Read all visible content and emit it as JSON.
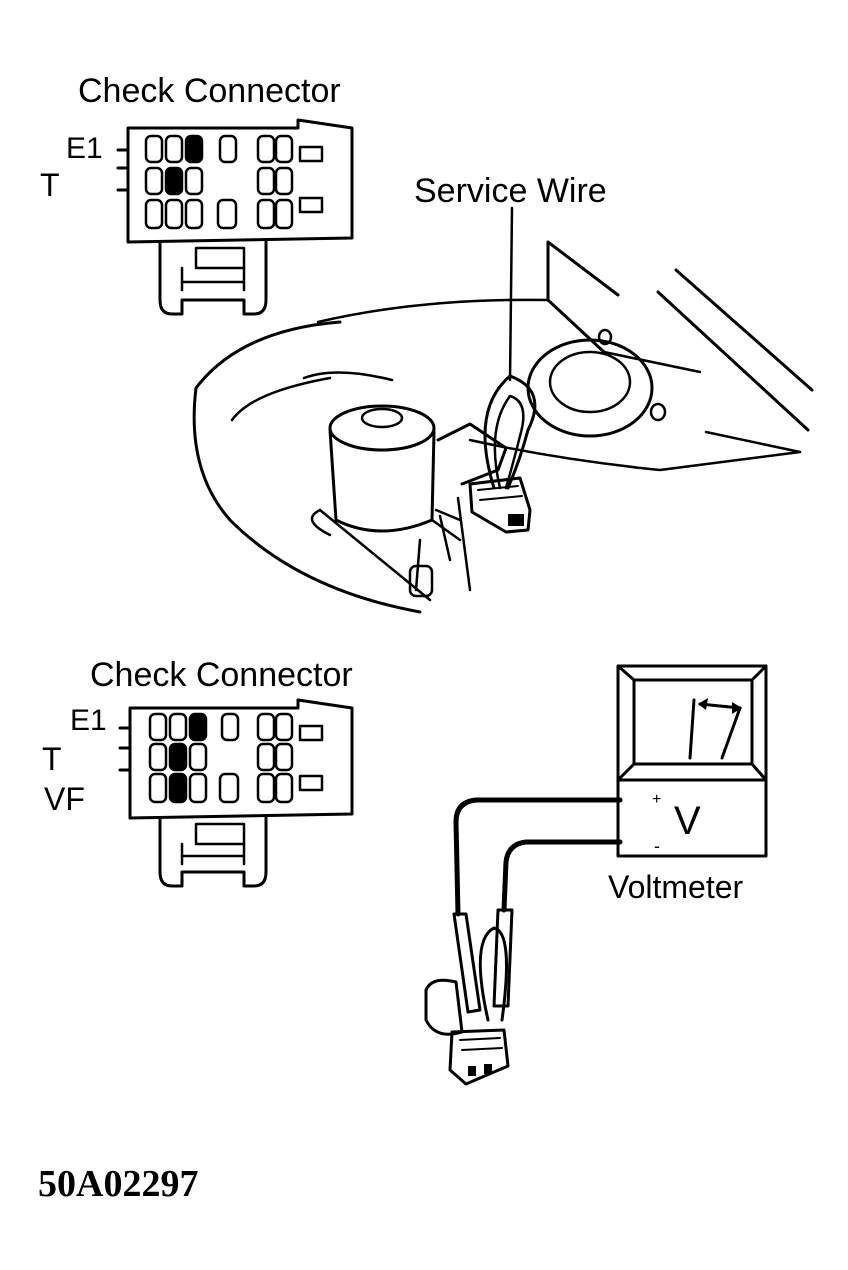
{
  "top_diagram": {
    "connector_title": "Check Connector",
    "pin_e1": "E1",
    "pin_t": "T",
    "service_wire_label": "Service Wire"
  },
  "bottom_diagram": {
    "connector_title": "Check Connector",
    "pin_e1": "E1",
    "pin_t": "T",
    "pin_vf": "VF",
    "meter_symbol": "V",
    "plus_sign": "+",
    "minus_sign": "-",
    "voltmeter_label": "Voltmeter"
  },
  "figure_code": "50A02297"
}
